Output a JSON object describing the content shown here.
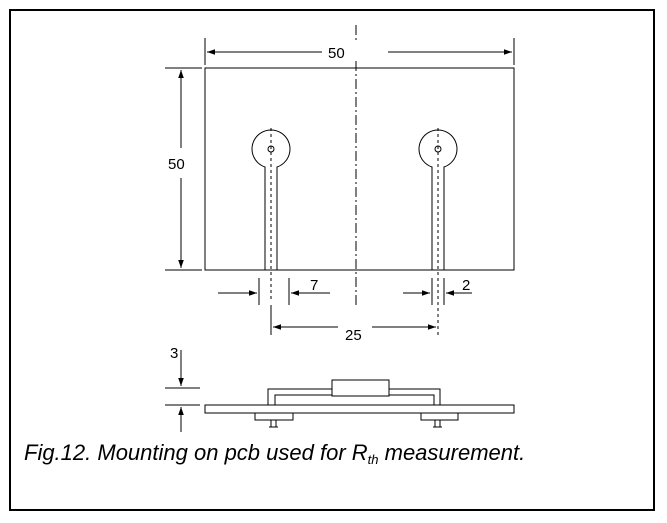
{
  "dimensions": {
    "board_width": "50",
    "board_height": "50",
    "pad_gap": "7",
    "track_width": "2",
    "pad_pitch": "25",
    "height": "3"
  },
  "caption": {
    "prefix": "Fig.12.  Mounting on pcb used for R",
    "subscript": "th",
    "suffix": " measurement."
  },
  "colors": {
    "line": "#000000",
    "background": "#ffffff"
  }
}
